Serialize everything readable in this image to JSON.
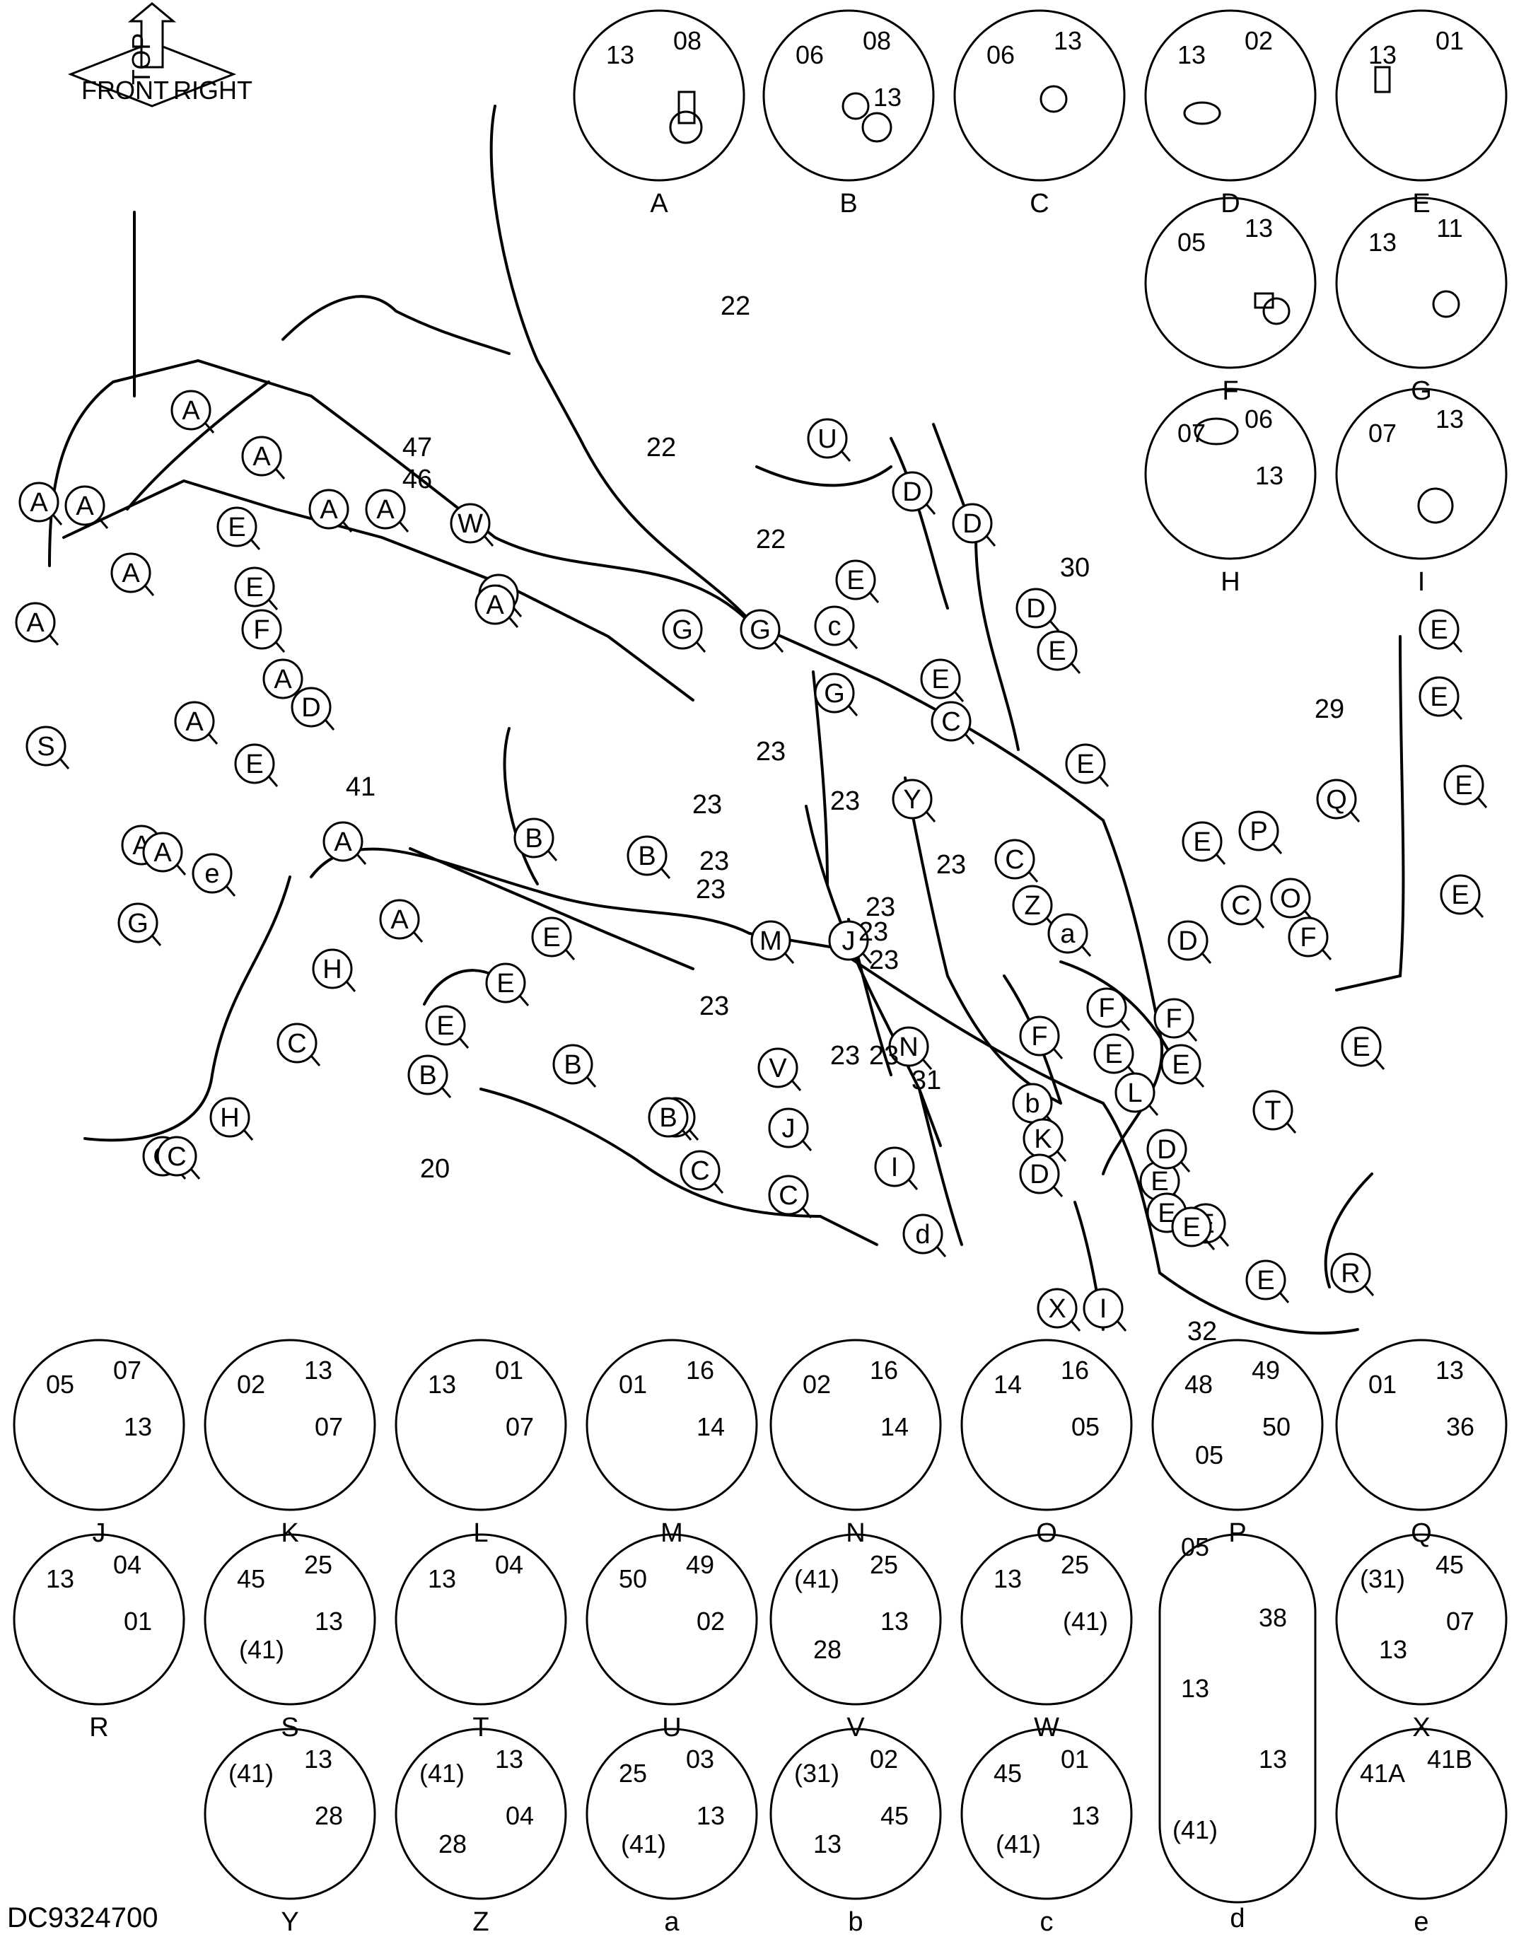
{
  "drawing_code": "DC9324700",
  "orientation_icon": {
    "top": "TOP",
    "front": "FRONT",
    "right": "RIGHT"
  },
  "top_details": [
    {
      "id": "A",
      "parts": [
        "13",
        "08"
      ]
    },
    {
      "id": "B",
      "parts": [
        "06",
        "08",
        "13"
      ]
    },
    {
      "id": "C",
      "parts": [
        "06",
        "13"
      ]
    },
    {
      "id": "D",
      "parts": [
        "13",
        "02"
      ]
    },
    {
      "id": "E",
      "parts": [
        "13",
        "01"
      ]
    },
    {
      "id": "F",
      "parts": [
        "05",
        "13"
      ]
    },
    {
      "id": "G",
      "parts": [
        "13",
        "11"
      ]
    },
    {
      "id": "H",
      "parts": [
        "07",
        "06",
        "13"
      ]
    },
    {
      "id": "I",
      "parts": [
        "07",
        "13"
      ]
    }
  ],
  "bottom_details": [
    {
      "id": "J",
      "parts": [
        "05",
        "07",
        "13"
      ]
    },
    {
      "id": "K",
      "parts": [
        "02",
        "13",
        "07"
      ]
    },
    {
      "id": "L",
      "parts": [
        "13",
        "01",
        "07"
      ]
    },
    {
      "id": "M",
      "parts": [
        "01",
        "16",
        "14"
      ]
    },
    {
      "id": "N",
      "parts": [
        "02",
        "16",
        "14"
      ]
    },
    {
      "id": "O",
      "parts": [
        "14",
        "16",
        "05"
      ]
    },
    {
      "id": "P",
      "parts": [
        "48",
        "49",
        "50",
        "05"
      ]
    },
    {
      "id": "Q",
      "parts": [
        "01",
        "13",
        "36"
      ]
    },
    {
      "id": "R",
      "parts": [
        "13",
        "04",
        "01"
      ]
    },
    {
      "id": "S",
      "parts": [
        "45",
        "25",
        "13",
        "(41)"
      ]
    },
    {
      "id": "T",
      "parts": [
        "13",
        "04"
      ]
    },
    {
      "id": "U",
      "parts": [
        "50",
        "49",
        "02"
      ]
    },
    {
      "id": "V",
      "parts": [
        "(41)",
        "25",
        "13",
        "28"
      ]
    },
    {
      "id": "W",
      "parts": [
        "13",
        "25",
        "(41)"
      ]
    },
    {
      "id": "d",
      "parts": [
        "05",
        "38",
        "13",
        "13",
        "(41)"
      ]
    },
    {
      "id": "X",
      "parts": [
        "(31)",
        "45",
        "07",
        "13"
      ]
    },
    {
      "id": "Y",
      "parts": [
        "(41)",
        "13",
        "28"
      ]
    },
    {
      "id": "Z",
      "parts": [
        "(41)",
        "13",
        "04",
        "28"
      ]
    },
    {
      "id": "a",
      "parts": [
        "25",
        "03",
        "13",
        "(41)"
      ]
    },
    {
      "id": "b",
      "parts": [
        "(31)",
        "02",
        "45",
        "13"
      ]
    },
    {
      "id": "c",
      "parts": [
        "45",
        "01",
        "13",
        "(41)"
      ]
    },
    {
      "id": "e",
      "parts": [
        "41A",
        "41B"
      ]
    }
  ],
  "callouts": [
    {
      "t": "A"
    },
    {
      "t": "A"
    },
    {
      "t": "A"
    },
    {
      "t": "A"
    },
    {
      "t": "A"
    },
    {
      "t": "A"
    },
    {
      "t": "A"
    },
    {
      "t": "A"
    },
    {
      "t": "A"
    },
    {
      "t": "A"
    },
    {
      "t": "A"
    },
    {
      "t": "A"
    },
    {
      "t": "A"
    },
    {
      "t": "A"
    },
    {
      "t": "A"
    },
    {
      "t": "E"
    },
    {
      "t": "E"
    },
    {
      "t": "F"
    },
    {
      "t": "D"
    },
    {
      "t": "E"
    },
    {
      "t": "S"
    },
    {
      "t": "e"
    },
    {
      "t": "G"
    },
    {
      "t": "H"
    },
    {
      "t": "C"
    },
    {
      "t": "H"
    },
    {
      "t": "C"
    },
    {
      "t": "C"
    },
    {
      "t": "B"
    },
    {
      "t": "B"
    },
    {
      "t": "B"
    },
    {
      "t": "B"
    },
    {
      "t": "E"
    },
    {
      "t": "E"
    },
    {
      "t": "E"
    },
    {
      "t": "B"
    },
    {
      "t": "B"
    },
    {
      "t": "C"
    },
    {
      "t": "C"
    },
    {
      "t": "W"
    },
    {
      "t": "A"
    },
    {
      "t": "G"
    },
    {
      "t": "G"
    },
    {
      "t": "G"
    },
    {
      "t": "U"
    },
    {
      "t": "D"
    },
    {
      "t": "D"
    },
    {
      "t": "D"
    },
    {
      "t": "E"
    },
    {
      "t": "c"
    },
    {
      "t": "E"
    },
    {
      "t": "E"
    },
    {
      "t": "C"
    },
    {
      "t": "Y"
    },
    {
      "t": "M"
    },
    {
      "t": "J"
    },
    {
      "t": "V"
    },
    {
      "t": "J"
    },
    {
      "t": "I"
    },
    {
      "t": "d"
    },
    {
      "t": "N"
    },
    {
      "t": "F"
    },
    {
      "t": "C"
    },
    {
      "t": "Z"
    },
    {
      "t": "a"
    },
    {
      "t": "E"
    },
    {
      "t": "E"
    },
    {
      "t": "F"
    },
    {
      "t": "E"
    },
    {
      "t": "b"
    },
    {
      "t": "K"
    },
    {
      "t": "D"
    },
    {
      "t": "X"
    },
    {
      "t": "I"
    },
    {
      "t": "E"
    },
    {
      "t": "E"
    },
    {
      "t": "P"
    },
    {
      "t": "Q"
    },
    {
      "t": "O"
    },
    {
      "t": "C"
    },
    {
      "t": "D"
    },
    {
      "t": "F"
    },
    {
      "t": "F"
    },
    {
      "t": "E"
    },
    {
      "t": "L"
    },
    {
      "t": "T"
    },
    {
      "t": "D"
    },
    {
      "t": "E"
    },
    {
      "t": "E"
    },
    {
      "t": "E"
    },
    {
      "t": "R"
    },
    {
      "t": "E"
    },
    {
      "t": "E"
    },
    {
      "t": "E"
    },
    {
      "t": "E"
    },
    {
      "t": "E"
    }
  ],
  "part_labels": [
    {
      "t": "41"
    },
    {
      "t": "20"
    },
    {
      "t": "47"
    },
    {
      "t": "46"
    },
    {
      "t": "22"
    },
    {
      "t": "22"
    },
    {
      "t": "22"
    },
    {
      "t": "30"
    },
    {
      "t": "23"
    },
    {
      "t": "23"
    },
    {
      "t": "23"
    },
    {
      "t": "23"
    },
    {
      "t": "23"
    },
    {
      "t": "23"
    },
    {
      "t": "23"
    },
    {
      "t": "23"
    },
    {
      "t": "23"
    },
    {
      "t": "23"
    },
    {
      "t": "23"
    },
    {
      "t": "31"
    },
    {
      "t": "23"
    },
    {
      "t": "29"
    },
    {
      "t": "32"
    }
  ]
}
